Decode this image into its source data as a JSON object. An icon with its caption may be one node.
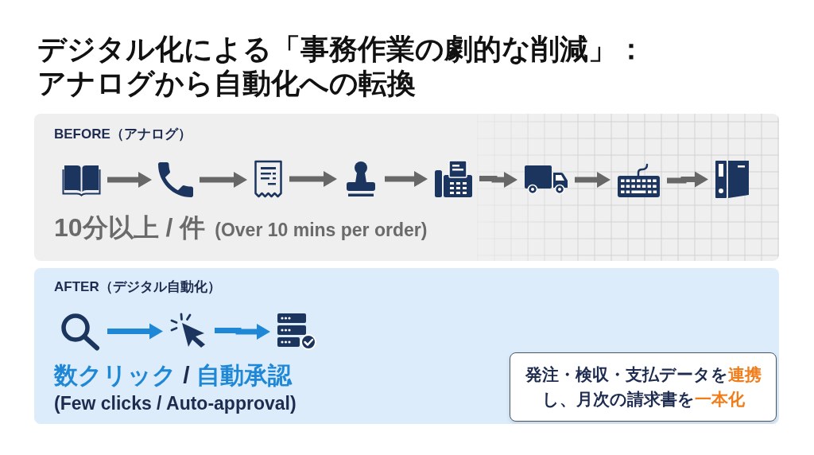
{
  "diagram": {
    "title": "デジタル化による「事務作業の劇的な削減」：アナログから自動化への転換",
    "nodes": [
      {
        "text": [
          "BEFORE（アナログ）",
          "10分以上 / 件",
          "(Over 10 mins per order)"
        ]
      },
      {
        "text": [],
        "shape": "book",
        "in": 0
      },
      {
        "text": [],
        "shape": "phone",
        "in": 0
      },
      {
        "text": [],
        "shape": "receipt",
        "in": 0
      },
      {
        "text": [],
        "shape": "stamp",
        "in": 0
      },
      {
        "text": [],
        "shape": "fax",
        "in": 0
      },
      {
        "text": [],
        "shape": "truck",
        "in": 0
      },
      {
        "text": [],
        "shape": "keyboard",
        "in": 0
      },
      {
        "text": [],
        "shape": "binder",
        "in": 0
      },
      {
        "text": [
          "AFTER（デジタル自動化）",
          "**数クリック** / **自動承認**",
          "(Few clicks / Auto-approval)"
        ]
      },
      {
        "text": [],
        "shape": "magnifier",
        "in": 9
      },
      {
        "text": [],
        "shape": "cursor",
        "in": 9
      },
      {
        "text": [],
        "shape": "server",
        "in": 9
      },
      {
        "text": [
          "発注・検収・支払データを**連携**し、月次の請求書を**一本化**"
        ],
        "in": 9
      }
    ],
    "edges": [
      {
        "from": 1,
        "to": 2,
        "arrow": "to"
      },
      {
        "from": 2,
        "to": 3,
        "arrow": "to"
      },
      {
        "from": 3,
        "to": 4,
        "arrow": "to"
      },
      {
        "from": 4,
        "to": 5,
        "arrow": "to"
      },
      {
        "from": 5,
        "to": 6,
        "arrow": "to"
      },
      {
        "from": 6,
        "to": 7,
        "arrow": "to"
      },
      {
        "from": 7,
        "to": 8,
        "arrow": "to"
      },
      {
        "from": 10,
        "to": 11,
        "arrow": "to",
        "color": "#1e88d6"
      },
      {
        "from": 11,
        "to": 12,
        "arrow": "to",
        "color": "#1e88d6"
      }
    ]
  }
}
